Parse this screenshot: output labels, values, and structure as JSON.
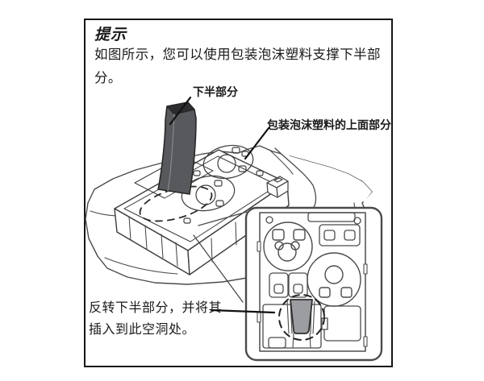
{
  "note": {
    "title": "提示",
    "body_line1": "如图所示，您可以使用包装泡沫塑料支撑下半部",
    "body_line2": "分。"
  },
  "labels": {
    "lower_half": "下半部分",
    "foam_top": "包装泡沫塑料的上面部分"
  },
  "caption": {
    "line1": "反转下半部分，并将其",
    "line2": "插入到此空洞处。"
  },
  "colors": {
    "part_fill": "#58595c",
    "part_top_cap": "#2c2c2e",
    "inset_part_fill": "#9c9da0",
    "line_art": "#4b4b4b",
    "border": "#161616"
  }
}
